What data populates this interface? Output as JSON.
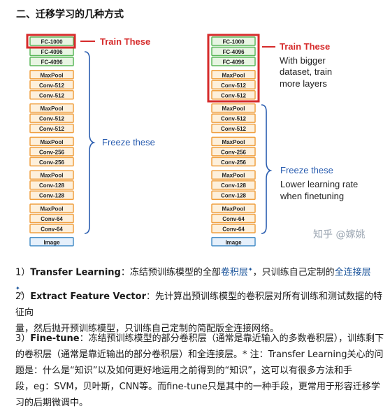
{
  "heading": "二、迁移学习的几种方式",
  "figure": {
    "layers": [
      "FC-1000",
      "FC-4096",
      "FC-4096",
      "MaxPool",
      "Conv-512",
      "Conv-512",
      "MaxPool",
      "Conv-512",
      "Conv-512",
      "MaxPool",
      "Conv-256",
      "Conv-256",
      "MaxPool",
      "Conv-128",
      "Conv-128",
      "MaxPool",
      "Conv-64",
      "Conv-64",
      "Image"
    ],
    "left": {
      "train_label": "Train These",
      "freeze_label": "Freeze these"
    },
    "right": {
      "train_label": "Train These",
      "train_note": [
        "With bigger",
        "dataset, train",
        "more layers"
      ],
      "freeze_label": "Freeze these",
      "freeze_note": [
        "Lower learning rate",
        "when finetuning"
      ]
    },
    "watermark": "知乎 @嫁姚",
    "colors": {
      "fc": "#5cb85c",
      "conv": "#f0a040",
      "image": "#4a90c8",
      "red": "#d62b2b",
      "blue": "#2a5db0"
    }
  },
  "p1": {
    "num": "1）",
    "term": "Transfer Learning",
    "t1": "：冻结预训练模型的全部",
    "link1": "卷积层",
    "t2": "，只训练自己定制的",
    "link2": "全连接层",
    "t3": "。"
  },
  "p2": {
    "num": "2）",
    "term": "Extract Feature Vector",
    "l1": "：先计算出预训练模型的卷积层对所有训练和测试数据的特征向",
    "l2": "量，然后抛开预训练模型，只训练自己定制的简配版全连接网络。"
  },
  "p3": {
    "num": "3）",
    "term": "Fine-tune",
    "l1": "：冻结预训练模型的部分卷积层（通常是靠近输入的多数卷积层），训练剩下",
    "l2": "的卷积层（通常是靠近输出的部分卷积层）和全连接层。* 注：Transfer Learning关心的问",
    "l3": "题是：什么是“知识”以及如何更好地运用之前得到的“知识”，这可以有很多方法和手",
    "l4": "段，eg：SVM，贝叶斯，CNN等。而fine-tune只是其中的一种手段，更常用于形容迁移学",
    "l5": "习的后期微调中。"
  }
}
